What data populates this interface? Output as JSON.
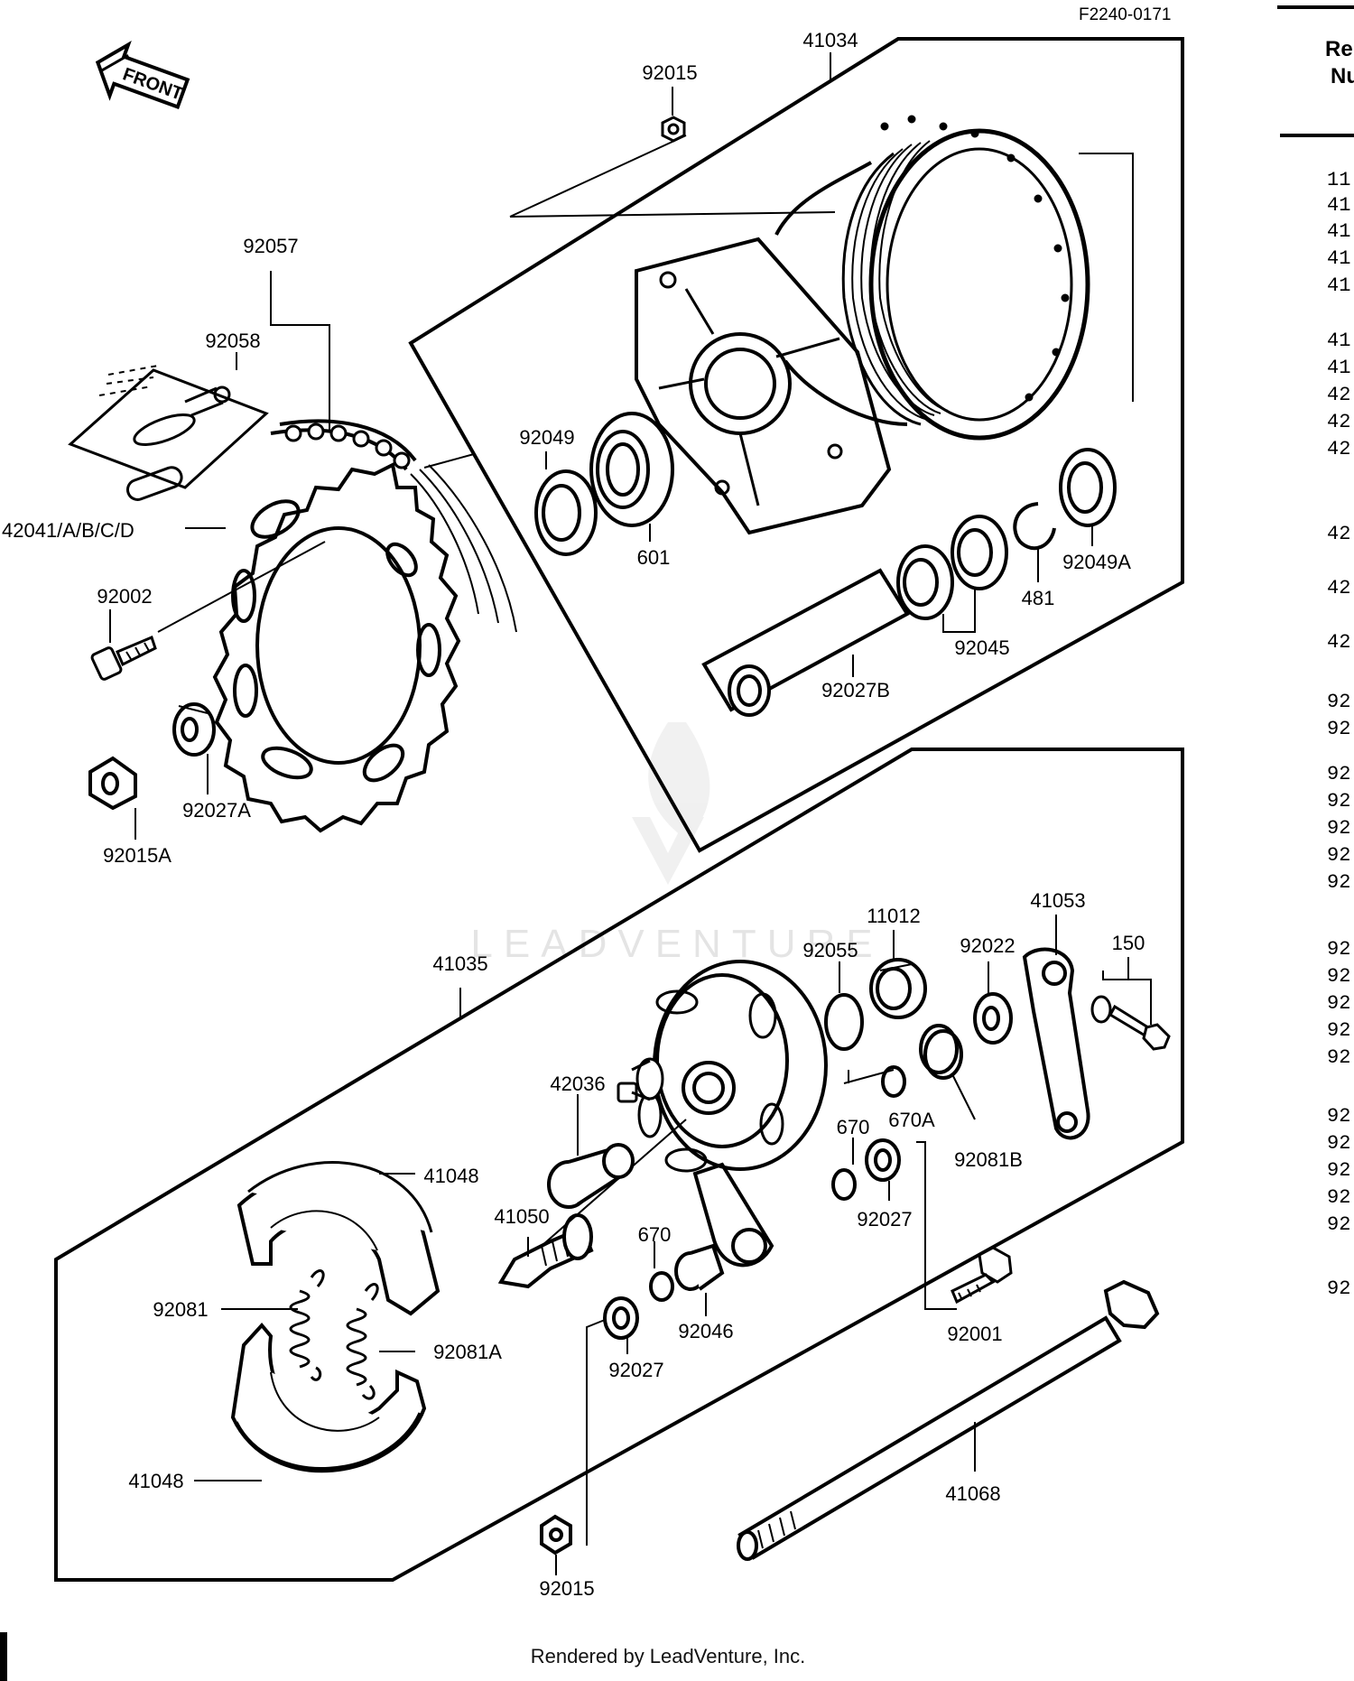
{
  "figure_code": "F2240-0171",
  "front_label": "FRONT",
  "watermark": "LEADVENTURE",
  "footer": "Rendered by LeadVenture, Inc.",
  "ref_column": {
    "header_line1": "Re",
    "header_line2": "Nu",
    "rows": [
      "11",
      "41",
      "41",
      "41",
      "41",
      "41",
      "41",
      "42",
      "42",
      "42",
      "42",
      "42",
      "42",
      "92",
      "92",
      "92",
      "92",
      "92",
      "92",
      "92",
      "92",
      "92",
      "92",
      "92",
      "92",
      "92",
      "92",
      "92",
      "92",
      "92",
      "92"
    ]
  },
  "part_labels": {
    "p41034": "41034",
    "p92015_top": "92015",
    "p92057": "92057",
    "p92058": "92058",
    "p92049": "92049",
    "p601": "601",
    "p42041": "42041/A/B/C/D",
    "p92002": "92002",
    "p92027A": "92027A",
    "p92015A": "92015A",
    "p481": "481",
    "p92049A": "92049A",
    "p92045": "92045",
    "p92027B": "92027B",
    "p41035": "41035",
    "p92055": "92055",
    "p11012": "11012",
    "p92022": "92022",
    "p41053": "41053",
    "p150": "150",
    "p42036": "42036",
    "p670A": "670A",
    "p670_a": "670",
    "p92081B": "92081B",
    "p41048_top": "41048",
    "p41050": "41050",
    "p92027_a": "92027",
    "p670_b": "670",
    "p92046": "92046",
    "p92001": "92001",
    "p92081": "92081",
    "p92081A": "92081A",
    "p92027_b": "92027",
    "p41048_bottom": "41048",
    "p41068": "41068",
    "p92015_bottom": "92015"
  }
}
